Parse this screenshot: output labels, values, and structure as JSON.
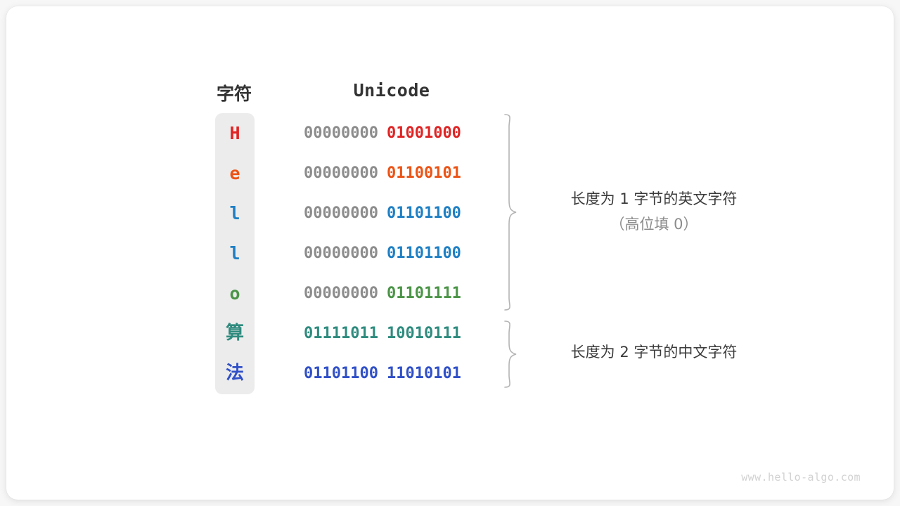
{
  "figure": {
    "headers": {
      "char_column": "字符",
      "unicode_column": "Unicode"
    },
    "rows": [
      {
        "char": "H",
        "script": "latin",
        "high_byte": "00000000",
        "low_byte": "01001000",
        "high_color": "#8c8c8c",
        "low_color": "#e02424"
      },
      {
        "char": "e",
        "script": "latin",
        "high_byte": "00000000",
        "low_byte": "01100101",
        "high_color": "#8c8c8c",
        "low_color": "#ec5315"
      },
      {
        "char": "l",
        "script": "latin",
        "high_byte": "00000000",
        "low_byte": "01101100",
        "high_color": "#8c8c8c",
        "low_color": "#1e7fc4"
      },
      {
        "char": "l",
        "script": "latin",
        "high_byte": "00000000",
        "low_byte": "01101100",
        "high_color": "#8c8c8c",
        "low_color": "#1e7fc4"
      },
      {
        "char": "o",
        "script": "latin",
        "high_byte": "00000000",
        "low_byte": "01101111",
        "high_color": "#8c8c8c",
        "low_color": "#4b9447"
      },
      {
        "char": "算",
        "script": "cjk",
        "high_byte": "01111011",
        "low_byte": "10010111",
        "high_color": "#2e8b7e",
        "low_color": "#2e8b7e"
      },
      {
        "char": "法",
        "script": "cjk",
        "high_byte": "01101100",
        "low_byte": "11010101",
        "high_color": "#3050c8",
        "low_color": "#3050c8"
      }
    ],
    "annotations": [
      {
        "line1": "长度为 1 字节的英文字符",
        "line2": "（高位填 0）"
      },
      {
        "line1": "长度为 2 字节的中文字符",
        "line2": ""
      }
    ],
    "watermark": "www.hello-algo.com",
    "colors": {
      "strip_background": "#ececec",
      "card_background": "#ffffff",
      "page_background": "#f7f7f7",
      "brace": "#b4b4b4",
      "header_text": "#333333"
    }
  }
}
